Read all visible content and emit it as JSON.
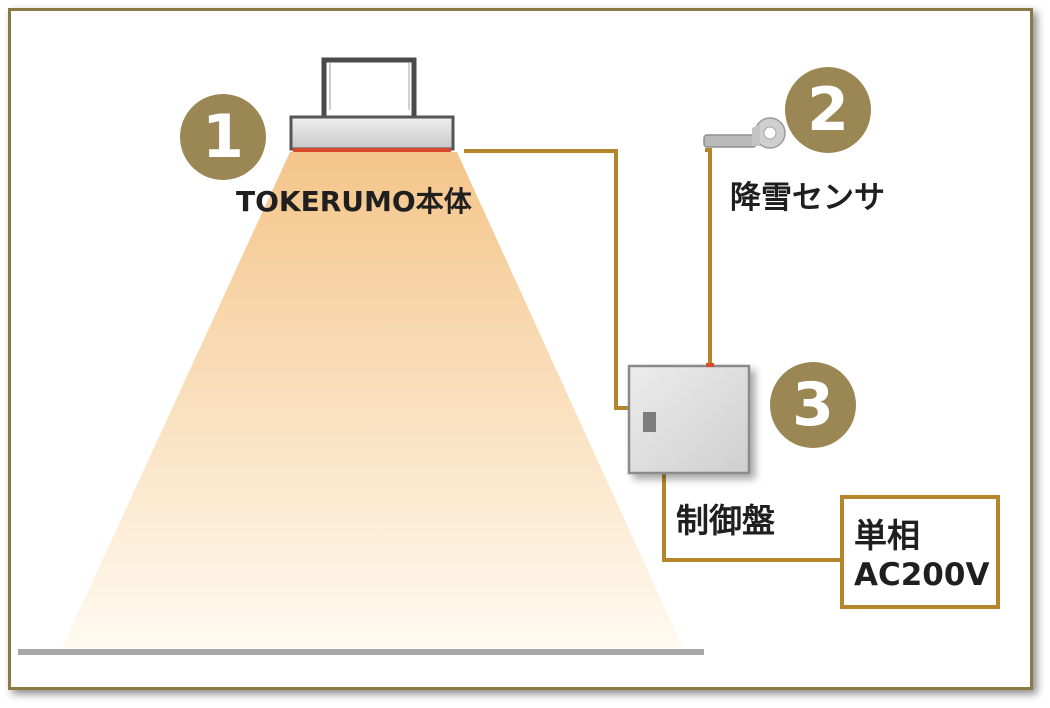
{
  "diagram": {
    "components": [
      {
        "number": "1",
        "label": "TOKERUMO本体"
      },
      {
        "number": "2",
        "label": "降雪センサ"
      },
      {
        "number": "3",
        "label": "制御盤"
      }
    ],
    "power_supply": {
      "line1": "単相",
      "line2": "AC200V"
    }
  },
  "colors": {
    "frame": "#8b7a46",
    "badge": "#9b8753",
    "wire": "#b4862c",
    "light_top": "#f4c58a",
    "light_bottom": "#fffaf0",
    "box": "#dcdcdc",
    "floor": "#a8a8a8"
  },
  "icons": [
    "heater-unit-icon",
    "snow-sensor-icon",
    "control-panel-icon"
  ]
}
